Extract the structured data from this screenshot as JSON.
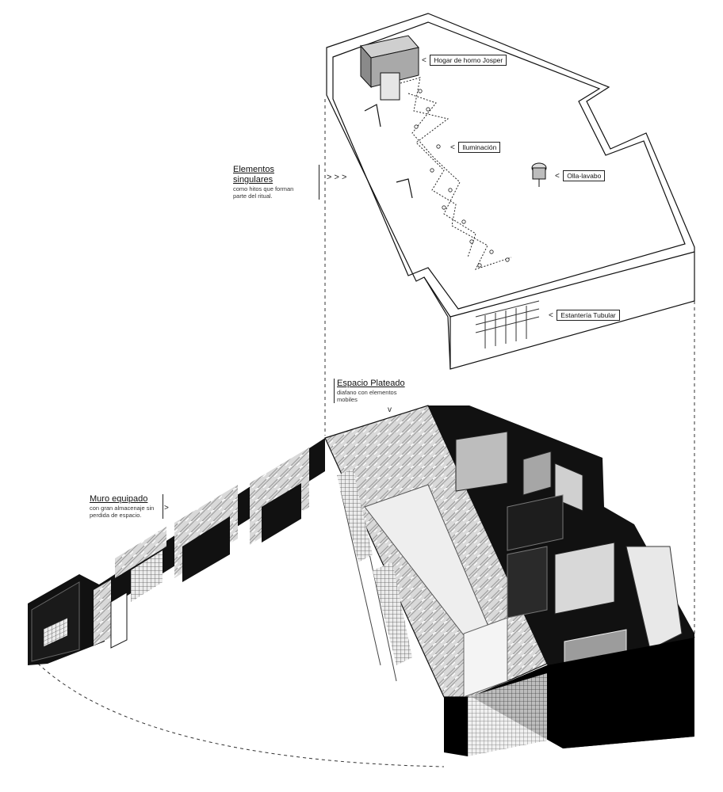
{
  "labels": {
    "hogar": "Hogar de horno Josper",
    "iluminacion": "Iluminación",
    "olla": "Olla-lavabo",
    "estanteria": "Estantería Tubular"
  },
  "elementos": {
    "title": "Elementos singulares",
    "line1": "como hitos que forman",
    "line2": "parte del ritual.",
    "arrows": "> > >"
  },
  "espacio": {
    "title": "Espacio Plateado",
    "line1": "diafano con elementos",
    "line2": "mobiles",
    "arrow": "v"
  },
  "muro": {
    "title": "Muro equipado",
    "line1": "con gran almacenaje sin",
    "line2": "perdida de espacio.",
    "arrow": ">"
  },
  "arrow_glyph": "<"
}
